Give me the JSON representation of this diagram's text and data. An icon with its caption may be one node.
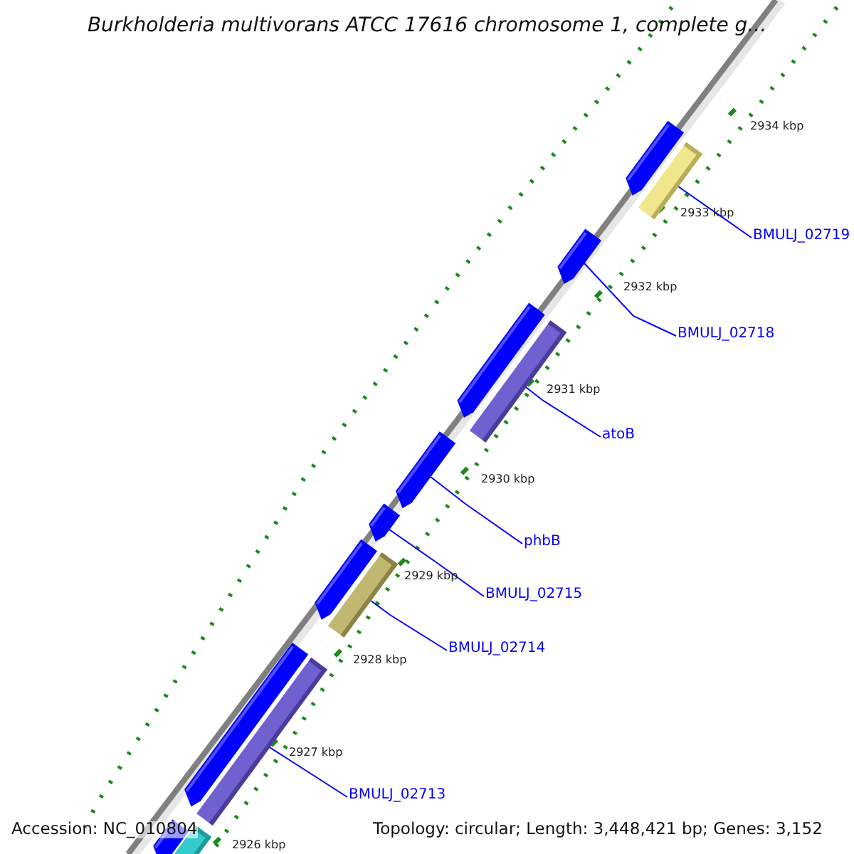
{
  "diagram": {
    "title": "Burkholderia multivorans ATCC 17616 chromosome 1, complete g...",
    "nodes": [
      {
        "text": [
          "BMULJ_02719"
        ]
      },
      {
        "text": [
          "BMULJ_02718"
        ]
      },
      {
        "text": [
          "atoB"
        ]
      },
      {
        "text": [
          "phbB"
        ]
      },
      {
        "text": [
          "BMULJ_02715"
        ]
      },
      {
        "text": [
          "BMULJ_02714"
        ]
      },
      {
        "text": [
          "BMULJ_02713"
        ]
      },
      {
        "text": [],
        "shape": "pentagon"
      },
      {
        "text": [],
        "shape": "bar"
      },
      {
        "text": [],
        "shape": "pentagon"
      },
      {
        "text": [],
        "shape": "pentagon"
      },
      {
        "text": [],
        "shape": "bar"
      },
      {
        "text": [],
        "shape": "pentagon"
      },
      {
        "text": [],
        "shape": "pentagon"
      },
      {
        "text": [],
        "shape": "pentagon"
      },
      {
        "text": [],
        "shape": "bar"
      },
      {
        "text": [],
        "shape": "pentagon"
      },
      {
        "text": [],
        "shape": "bar"
      },
      {
        "text": [],
        "shape": "pentagon"
      },
      {
        "text": [],
        "shape": "bar"
      }
    ],
    "edges": [
      {
        "from": 0,
        "to": 8,
        "arrow": "none"
      },
      {
        "from": 1,
        "to": 9,
        "arrow": "none"
      },
      {
        "from": 2,
        "to": 11,
        "arrow": "none"
      },
      {
        "from": 3,
        "to": 12,
        "arrow": "none"
      },
      {
        "from": 4,
        "to": 13,
        "arrow": "none"
      },
      {
        "from": 5,
        "to": 15,
        "arrow": "none"
      },
      {
        "from": 6,
        "to": 17,
        "arrow": "none"
      }
    ],
    "labels": [
      "2934 kbp",
      "2933 kbp",
      "2932 kbp",
      "2931 kbp",
      "2930 kbp",
      "2929 kbp",
      "2928 kbp",
      "2927 kbp",
      "2926 kbp",
      "Accession: NC_010804",
      "Topology: circular; Length: 3,448,421 bp; Genes: 3,152"
    ]
  }
}
